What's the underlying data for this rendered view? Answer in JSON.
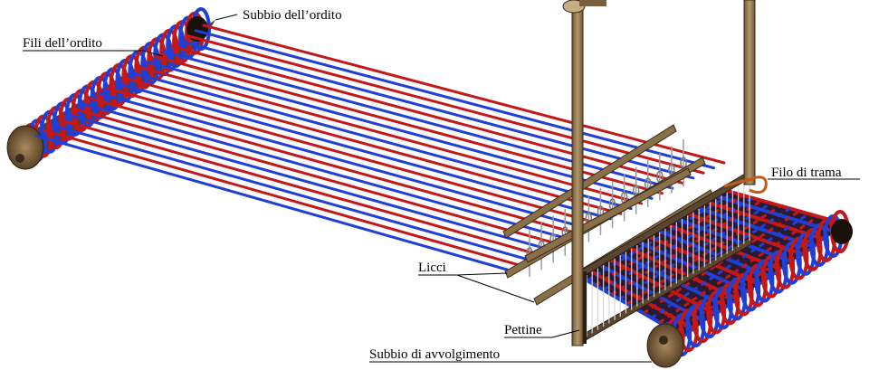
{
  "labels": {
    "warp_beam": "Subbio dell’ordito",
    "warp_threads": "Fili dell’ordito",
    "weft_thread": "Filo di trama",
    "heddles": "Licci",
    "reed": "Pettine",
    "cloth_beam": "Subbio di avvolgimento"
  },
  "colors": {
    "warp_blue": "#1f3fd6",
    "warp_red": "#c41818",
    "wood": "#9b8058",
    "wood_dark": "#3a2a18",
    "weft": "#c05a18",
    "background": "#ffffff"
  }
}
